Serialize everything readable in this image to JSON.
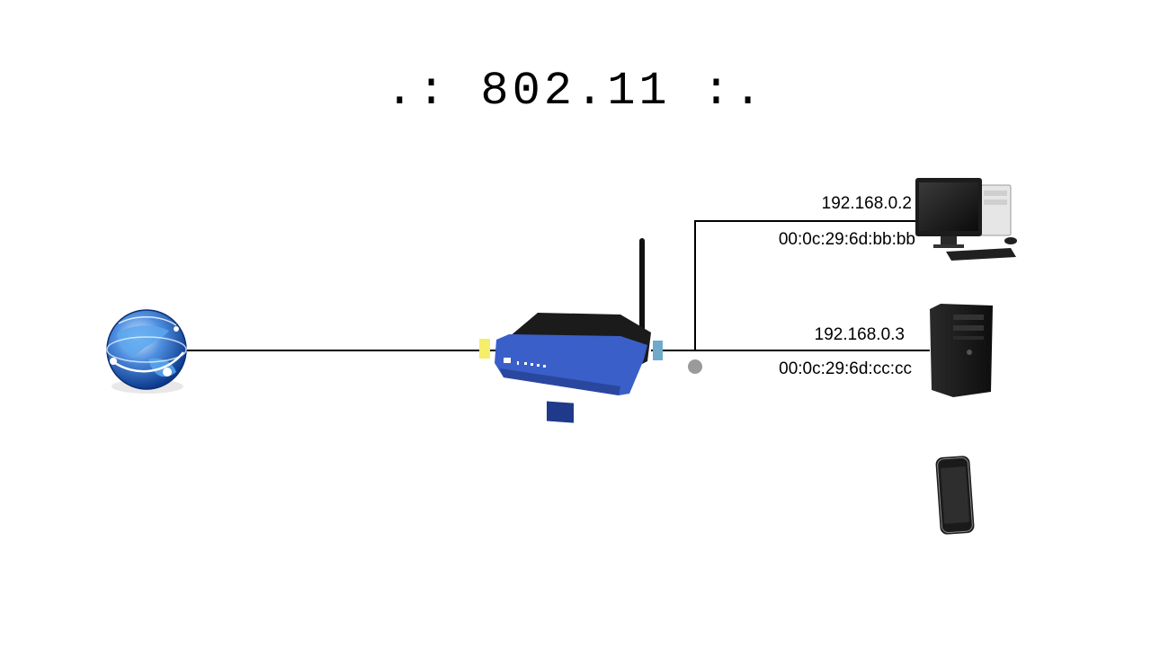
{
  "title": ".: 802.11 :.",
  "hosts": [
    {
      "ip": "192.168.0.2",
      "mac": "00:0c:29:6d:bb:bb"
    },
    {
      "ip": "192.168.0.3",
      "mac": "00:0c:29:6d:cc:cc"
    }
  ],
  "icons": {
    "internet": "globe-icon",
    "router": "wireless-router-icon",
    "host1": "desktop-computer-icon",
    "host2": "tower-computer-icon",
    "host3": "smartphone-icon"
  },
  "colors": {
    "router_blue": "#3b5fc8",
    "port_yellow": "#f5ee6a",
    "port_blue": "#6fa9cc",
    "node_gray": "#9a9a9a"
  }
}
